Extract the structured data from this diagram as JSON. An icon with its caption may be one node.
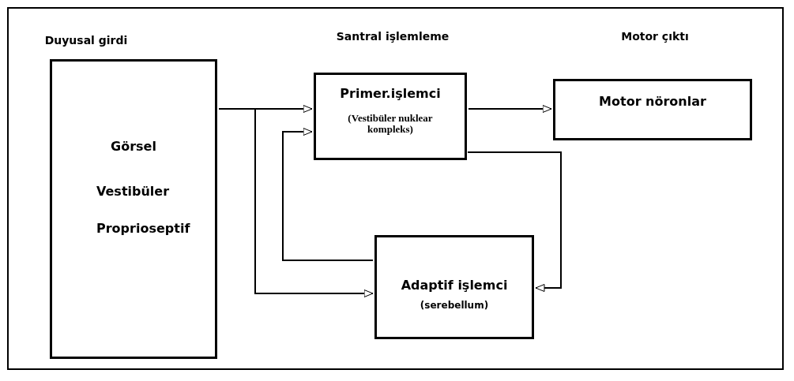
{
  "diagram": {
    "nodes": [
      {
        "text": [
          "Duyusal girdi",
          "Görsel",
          "Vestibüler",
          "Proprioseptif"
        ]
      },
      {
        "text": [
          "Santral işlemleme",
          "Primer.işlemci",
          "(Vestibüler nuklear kompleks)"
        ]
      },
      {
        "text": [
          "Motor çıktı",
          "Motor nöronlar"
        ]
      },
      {
        "text": [
          "Adaptif işlemci",
          "(serebellum)"
        ]
      }
    ],
    "edges": [
      {
        "from": 0,
        "to": 1,
        "arrow": "to"
      },
      {
        "from": 0,
        "to": 3,
        "arrow": "to"
      },
      {
        "from": 1,
        "to": 2,
        "arrow": "to"
      },
      {
        "from": 1,
        "to": 3,
        "arrow": "to"
      },
      {
        "from": 3,
        "to": 1,
        "arrow": "to"
      }
    ]
  }
}
